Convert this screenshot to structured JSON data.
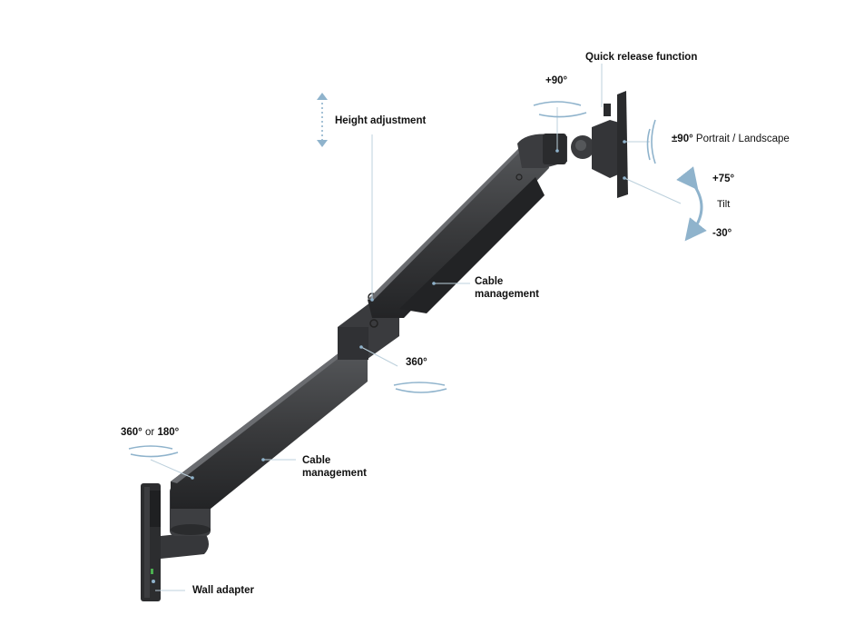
{
  "diagram": {
    "subject": "Wall-mounted monitor arm",
    "colors": {
      "background": "#ffffff",
      "arm": "#3a3b3d",
      "arm_dark": "#232426",
      "arm_light": "#55575a",
      "callout_line": "#bcd0dc",
      "motion_arrow": "#8fb3cc",
      "text": "#111111"
    },
    "callouts": {
      "quick_release": {
        "label": "Quick release function"
      },
      "swivel_head": {
        "label": "+90°"
      },
      "rotation": {
        "value": "±90°",
        "label": "Portrait / Landscape"
      },
      "tilt": {
        "label": "Tilt",
        "max": "+75°",
        "min": "-30°"
      },
      "height": {
        "label": "Height adjustment"
      },
      "cable_upper": {
        "line1": "Cable",
        "line2": "management"
      },
      "elbow_rotation": {
        "label": "360°"
      },
      "cable_lower": {
        "line1": "Cable",
        "line2": "management"
      },
      "base_rotation": {
        "value1": "360°",
        "connector": "or",
        "value2": "180°"
      },
      "wall_adapter": {
        "label": "Wall adapter"
      }
    }
  }
}
